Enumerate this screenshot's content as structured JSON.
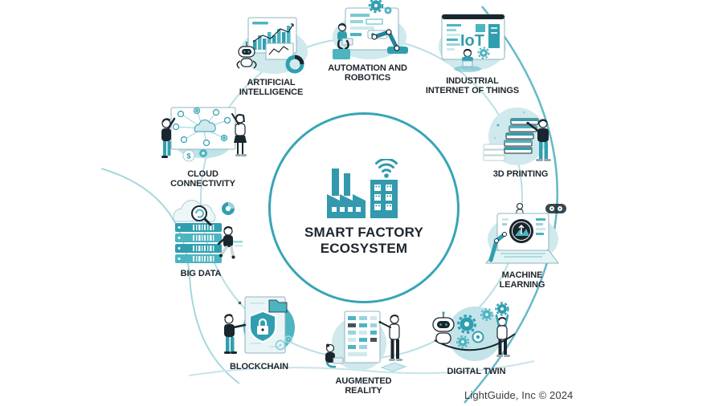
{
  "title": {
    "line1": "SMART FACTORY",
    "line2": "ECOSYSTEM"
  },
  "center_icon": "factory-wifi-icon",
  "nodes": [
    {
      "id": "automation-robotics",
      "label": "AUTOMATION AND\nROBOTICS"
    },
    {
      "id": "industrial-internet-of-things",
      "label": "INDUSTRIAL\nINTERNET OF THINGS",
      "icon_text": "IoT"
    },
    {
      "id": "3d-printing",
      "label": "3D PRINTING"
    },
    {
      "id": "machine-learning",
      "label": "MACHINE\nLEARNING"
    },
    {
      "id": "digital-twin",
      "label": "DIGITAL TWIN"
    },
    {
      "id": "augmented-reality",
      "label": "AUGMENTED\nREALITY"
    },
    {
      "id": "blockchain",
      "label": "BLOCKCHAIN"
    },
    {
      "id": "big-data",
      "label": "BIG DATA"
    },
    {
      "id": "cloud-connectivity",
      "label": "CLOUD\nCONNECTIVITY",
      "icon_text": "$"
    },
    {
      "id": "artificial-intelligence",
      "label": "ARTIFICIAL\nINTELLIGENCE"
    }
  ],
  "footer": {
    "credit": "LightGuide, Inc © 2024"
  },
  "colors": {
    "accent_teal": "#3399ad",
    "teal_dark": "#20849a",
    "teal_mid": "#4db4c1",
    "teal_light": "#cfe9ed",
    "ring": "#b9dfe4",
    "text_dark": "#1d262e",
    "credit_text": "#3a3a3a",
    "background": "#ffffff"
  }
}
